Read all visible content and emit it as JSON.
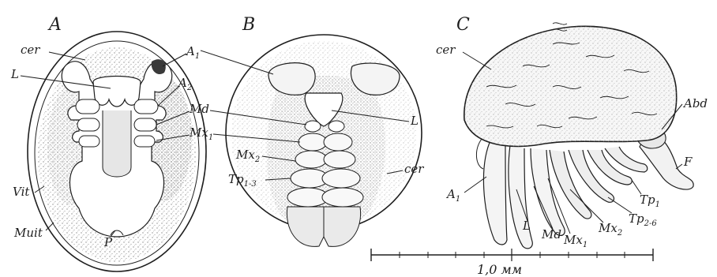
{
  "panels": {
    "A": {
      "letter": "A",
      "labels": {
        "cer": "cer",
        "L": "L",
        "A1_main": "A",
        "A1_sub": "1",
        "A2_main": "A",
        "A2_sub": "2",
        "Md": "Md",
        "Mx1_main": "Mx",
        "Mx1_sub": "1",
        "Vit": "Vit",
        "Muit": "Muit",
        "P": "P"
      }
    },
    "B": {
      "letter": "B",
      "labels": {
        "L": "L",
        "Mx2_main": "Mx",
        "Mx2_sub": "2",
        "Tp_main": "Tp",
        "Tp_sub": "1-3",
        "cer": "cer"
      }
    },
    "C": {
      "letter": "C",
      "labels": {
        "cer": "cer",
        "Abd": "Abd",
        "F": "F",
        "A1_main": "A",
        "A1_sub": "1",
        "L": "L",
        "Md": "Md",
        "Mx1_main": "Mx",
        "Mx1_sub": "1",
        "Mx2_main": "Mx",
        "Mx2_sub": "2",
        "Tp1_main": "Tp",
        "Tp1_sub": "1",
        "Tp26_main": "Tp",
        "Tp26_sub": "2-6"
      }
    }
  },
  "scale_bar": {
    "label": "1,0 мм"
  },
  "colors": {
    "ink": "#1e1e1e",
    "paper": "#ffffff",
    "stipple": "#9a9a9a"
  }
}
